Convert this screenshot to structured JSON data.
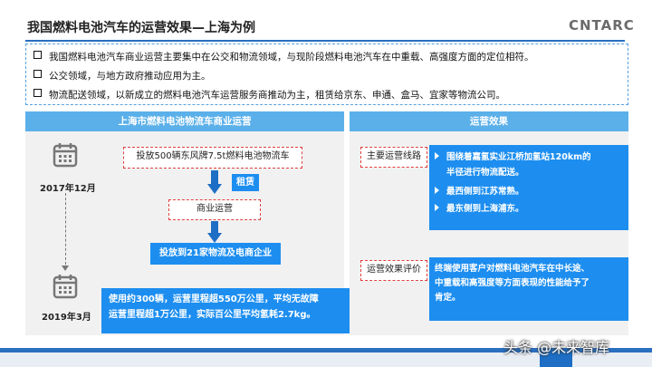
{
  "title": "我国燃料电池汽车的运营效果—上海为例",
  "logo": {
    "text": "CNTARC",
    "icon": "cnt-arc-logo"
  },
  "bullets": [
    "我国燃料电池汽车商业运营主要集中在公交和物流领域，与现阶段燃料电池汽车在中重载、高强度方面的定位相符。",
    "公交领域，与地方政府推动应用为主。",
    "物流配送领域，以新成立的燃料电池汽车运营服务商推动为主，租赁给京东、申通、盒马、宜家等物流公司。"
  ],
  "left_panel": {
    "header": "上海市燃料电池物流车商业运营",
    "date_start": "2017年12月",
    "date_end": "2019年3月",
    "step1": "投放500辆东风牌7.5t燃料电池物流车",
    "lease_tag": "租赁",
    "step2": "商业运营",
    "step3": "投放到21家物流及电商企业",
    "result_line1": "使用约300辆，运营里程超550万公里，平均无故障",
    "result_line2": "运营里程超1万公里，实际百公里平均氢耗2.7kg。"
  },
  "right_panel": {
    "header": "运营效果",
    "route_label": "主要运营线路",
    "route_items": [
      "围绕着嘉氢实业江桥加氢站120km的",
      "半径进行物流配送。",
      "最西侧到江苏常熟。",
      "最东侧到上海浦东。"
    ],
    "eval_label": "运营效果评价",
    "eval_lines": [
      "终端使用客户对燃料电池汽车在中长途、",
      "中重载和高强度等方面表现的性能给予了",
      "肯定。"
    ]
  },
  "watermark": "头条 @未来智库",
  "colors": {
    "accent": "#1d8ef0",
    "header": "#5bb0ea",
    "rule": "#2a6fc0",
    "dash_red": "#e04040"
  }
}
